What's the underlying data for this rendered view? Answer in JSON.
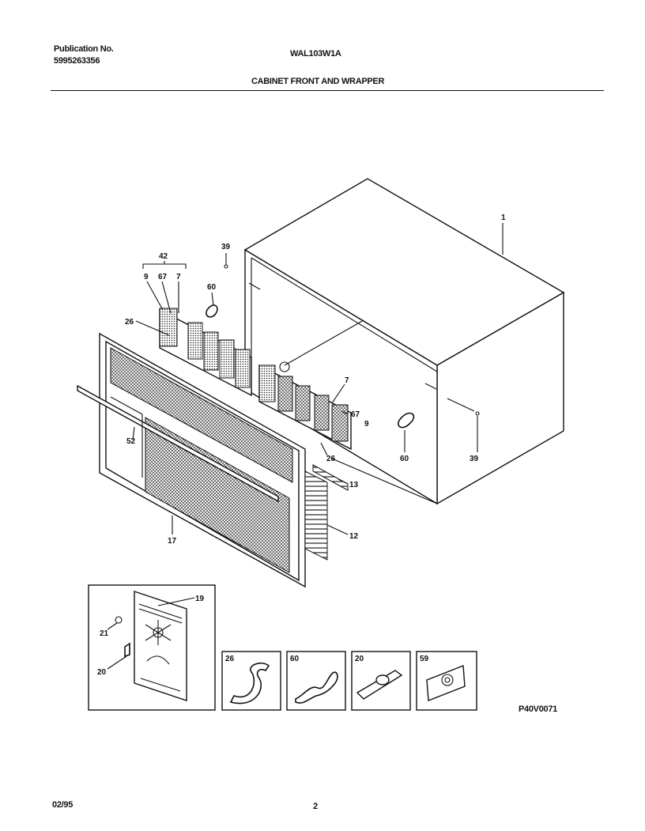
{
  "header": {
    "publication_label": "Publication No.",
    "publication_number": "5995263356",
    "model": "WAL103W1A",
    "section_title": "CABINET FRONT AND WRAPPER"
  },
  "callouts": {
    "c1": "1",
    "c39a": "39",
    "c42": "42",
    "c9a": "9",
    "c67a": "67",
    "c7a": "7",
    "c60a": "60",
    "c26a": "26",
    "c52": "52",
    "c17": "17",
    "c7b": "7",
    "c67b": "67",
    "c9b": "9",
    "c26b": "26",
    "c13": "13",
    "c12": "12",
    "c60b": "60",
    "c39b": "39",
    "c19": "19",
    "c21": "21",
    "c20": "20"
  },
  "insets": {
    "i26": "26",
    "i60": "60",
    "i20": "20",
    "i59": "59"
  },
  "figure_code": "P40V0071",
  "footer": {
    "date": "02/95",
    "page": "2"
  }
}
